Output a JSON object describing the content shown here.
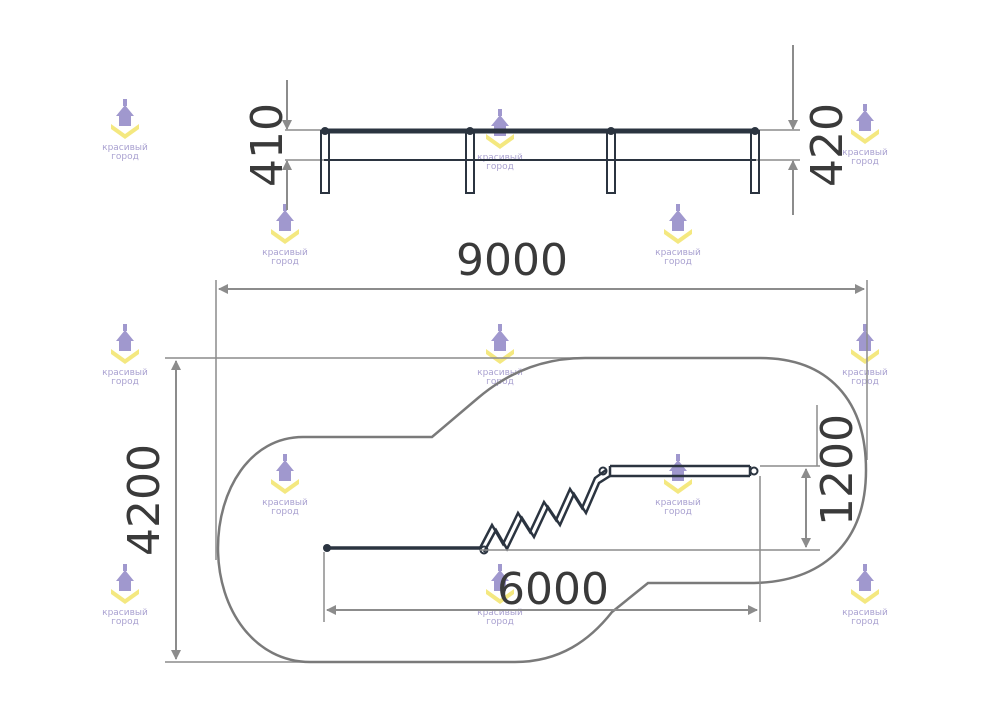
{
  "dimensions": {
    "top_left_height": "410",
    "top_right_height": "420",
    "overall_length": "9000",
    "overall_width": "4200",
    "path_length": "6000",
    "step_height": "1200"
  },
  "watermark": {
    "line1": "красивый",
    "line2": "город"
  },
  "colors": {
    "dimension": "#8c8c8c",
    "text": "#3a3a3a",
    "rail": "#2b3440",
    "outline": "#7a7a7a",
    "watermark_purple": "#8f86c6",
    "watermark_yellow": "#f3e46a"
  }
}
